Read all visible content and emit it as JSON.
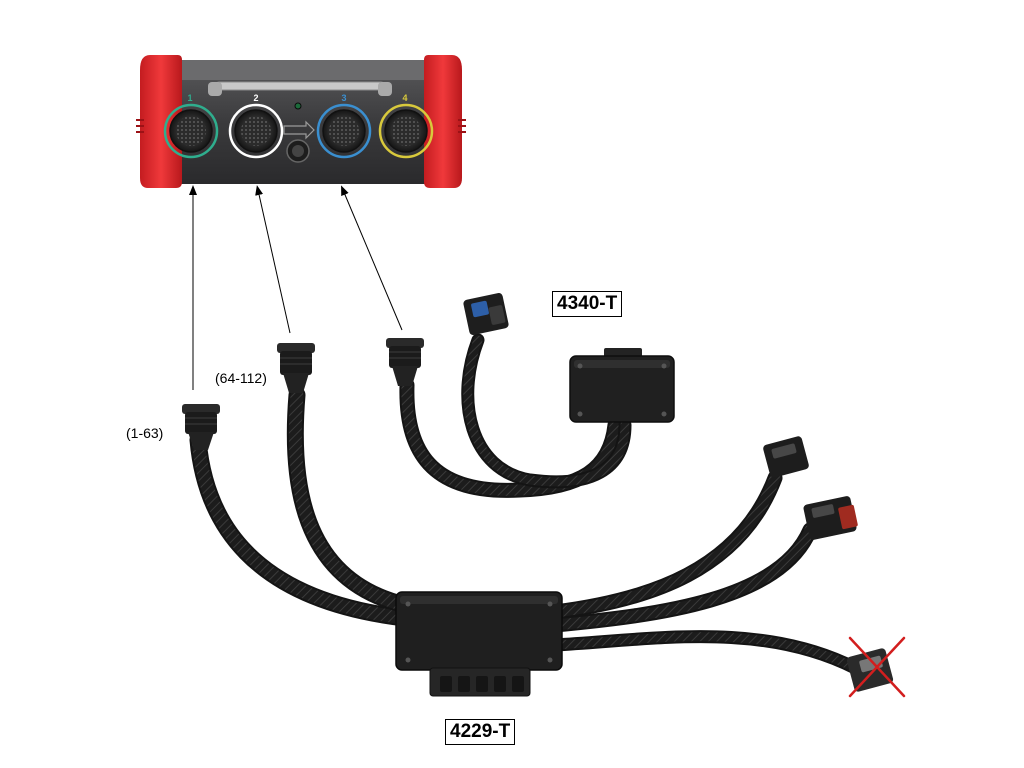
{
  "device": {
    "port_numbers": [
      "1",
      "2",
      "3",
      "4"
    ],
    "ring_colors": [
      "#2fae8e",
      "#ffffff",
      "#3a8fd0",
      "#d8c93c"
    ],
    "housing_color": "#e8262a",
    "body_color": "#3d3d3f"
  },
  "labels": {
    "range_1": "(1-63)",
    "range_2": "(64-112)",
    "adapter_4340": "4340-T",
    "harness_4229": "4229-T"
  },
  "icons": {
    "cross_mark_color": "#d21e1e"
  }
}
